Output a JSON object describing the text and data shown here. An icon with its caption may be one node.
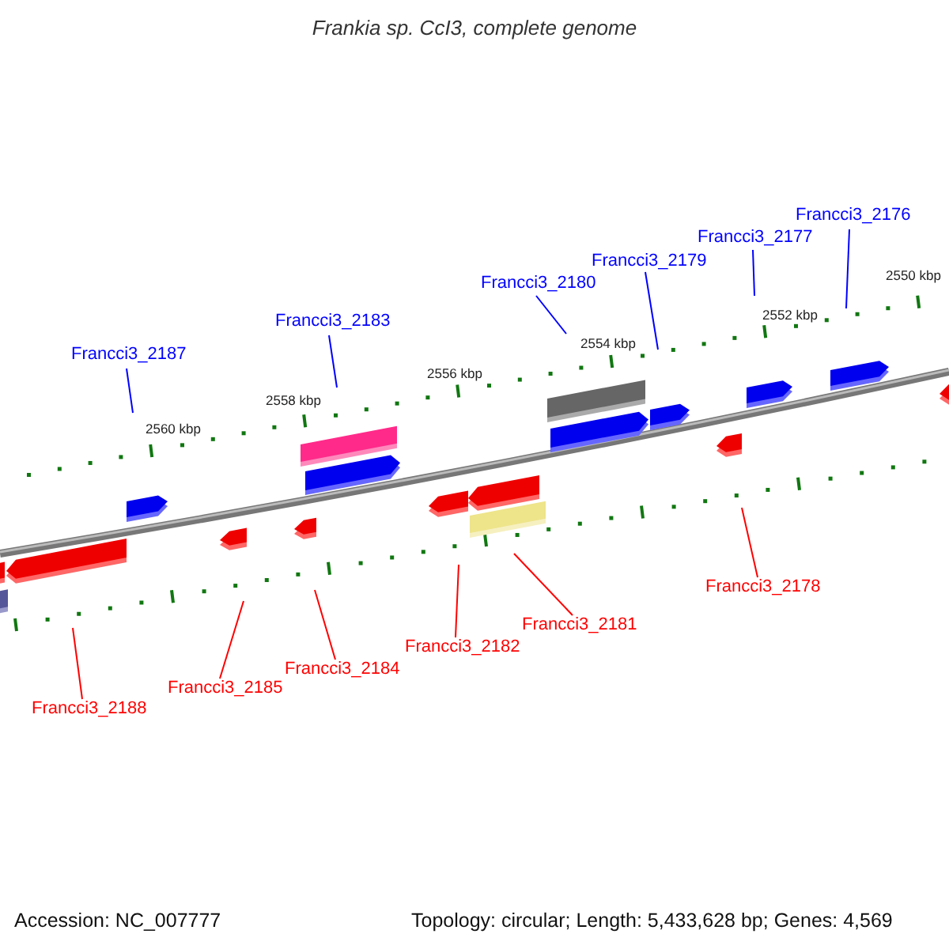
{
  "diagram": {
    "title": "Frankia sp. CcI3, complete genome",
    "nodes": [
      {
        "text": [
          "Francci3_2176"
        ]
      },
      {
        "text": [
          "Francci3_2177"
        ]
      },
      {
        "text": [
          "Francci3_2179"
        ]
      },
      {
        "text": [
          "Francci3_2180"
        ]
      },
      {
        "text": [
          "Francci3_2183"
        ]
      },
      {
        "text": [
          "Francci3_2187"
        ]
      },
      {
        "text": [
          "Francci3_2178"
        ]
      },
      {
        "text": [
          "Francci3_2181"
        ]
      },
      {
        "text": [
          "Francci3_2182"
        ]
      },
      {
        "text": [
          "Francci3_2184"
        ]
      },
      {
        "text": [
          "Francci3_2185"
        ]
      },
      {
        "text": [
          "Francci3_2188"
        ]
      }
    ],
    "edges": [
      {
        "from": 0,
        "to": null,
        "arrow": "none",
        "color": "#0000ff"
      },
      {
        "from": 1,
        "to": null,
        "arrow": "none",
        "color": "#0000ff"
      },
      {
        "from": 2,
        "to": null,
        "arrow": "none",
        "color": "#0000ff"
      },
      {
        "from": 3,
        "to": null,
        "arrow": "none",
        "color": "#0000ff"
      },
      {
        "from": 4,
        "to": null,
        "arrow": "none",
        "color": "#0000ff"
      },
      {
        "from": 5,
        "to": null,
        "arrow": "none",
        "color": "#0000ff"
      },
      {
        "from": 6,
        "to": null,
        "arrow": "none",
        "color": "#ff0000"
      },
      {
        "from": 7,
        "to": null,
        "arrow": "none",
        "color": "#ff0000"
      },
      {
        "from": 8,
        "to": null,
        "arrow": "none",
        "color": "#ff0000"
      },
      {
        "from": 9,
        "to": null,
        "arrow": "none",
        "color": "#ff0000"
      },
      {
        "from": 10,
        "to": null,
        "arrow": "none",
        "color": "#ff0000"
      },
      {
        "from": 11,
        "to": null,
        "arrow": "none",
        "color": "#ff0000"
      }
    ],
    "labels": [
      "2550 kbp",
      "2552 kbp",
      "2554 kbp",
      "2556 kbp",
      "2558 kbp",
      "2560 kbp",
      "Accession: NC_007777",
      "Topology: circular; Length: 5,433,628 bp; Genes: 4,569"
    ]
  }
}
